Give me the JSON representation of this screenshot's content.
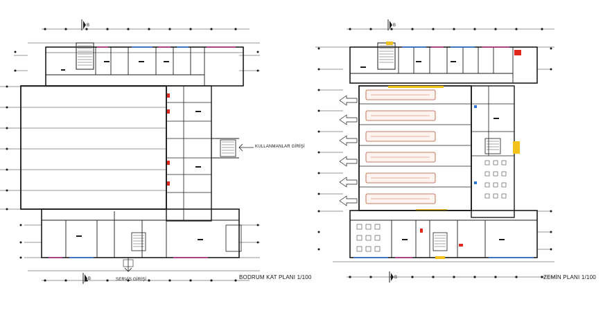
{
  "labels": {
    "left_title": "BODRUM KAT PLANI 1/100",
    "right_title": "ZEMİN PLANI 1/100",
    "left_entrance": "KULLANMANLAR GİRİŞİ",
    "left_service": "SERVİS GİRİŞİ",
    "section_mark": "B"
  },
  "colors": {
    "line": "#1a1a1a",
    "grid": "#2b2b2b",
    "accent_red": "#e0281e",
    "accent_blue": "#2a74d6",
    "accent_yellow": "#f3c21a",
    "accent_magenta": "#c0308f",
    "bus_fill": "#fff3f0",
    "bus_stroke": "#b3532f"
  }
}
